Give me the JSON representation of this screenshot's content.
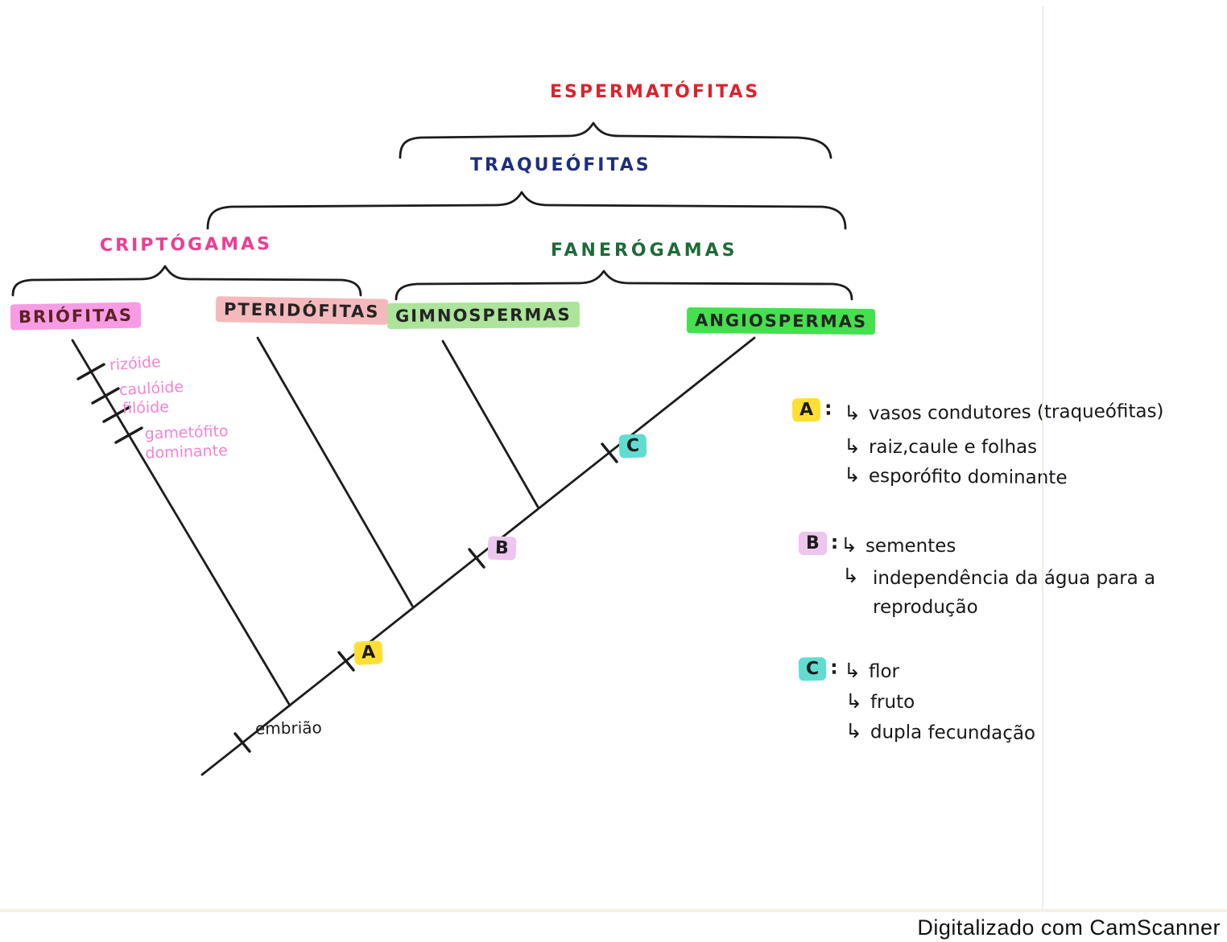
{
  "glyphs": {
    "arrow": "↳",
    "colon": ":"
  },
  "header": {
    "espermatofitas": "ESPERMATÓFITAS",
    "traqueofitas": "TRAQUEÓFITAS",
    "criptogamas": "CRIPTÓGAMAS",
    "fanerogamas": "FANERÓGAMAS"
  },
  "colors": {
    "espermatofitas": "#d9232e",
    "traqueofitas": "#1d2f7c",
    "criptogamas": "#ee3d94",
    "fanerogamas": "#1e6b38",
    "ink": "#1c1c1c",
    "branch_notes": "#f483d6",
    "highlight_briofitas": "#f79be4",
    "highlight_pteridofitas": "#f5b9bd",
    "highlight_gimnospermas": "#abe49a",
    "highlight_angiospermas": "#44e04e",
    "highlight_a": "#ffdf33",
    "highlight_b": "#ecc6ee",
    "highlight_c": "#62dcd0"
  },
  "taxa": [
    {
      "label": "BRIÓFITAS"
    },
    {
      "label": "PTERIDÓFITAS"
    },
    {
      "label": "GIMNOSPERMAS"
    },
    {
      "label": "ANGIOSPERMAS"
    }
  ],
  "branch_notes": [
    "rizóide",
    "caulóide",
    "filóide",
    "gametófito dominante"
  ],
  "root_label": "embrião",
  "node_markers": [
    {
      "id": "A"
    },
    {
      "id": "B"
    },
    {
      "id": "C"
    }
  ],
  "legend": [
    {
      "id": "A",
      "items": [
        "vasos condutores (traqueófitas)",
        "raiz,caule e folhas",
        "esporófito dominante"
      ]
    },
    {
      "id": "B",
      "items": [
        "sementes",
        "independência da água para a reprodução"
      ]
    },
    {
      "id": "C",
      "items": [
        "flor",
        "fruto",
        "dupla fecundação"
      ]
    }
  ],
  "watermark": "Digitalizado com CamScanner"
}
